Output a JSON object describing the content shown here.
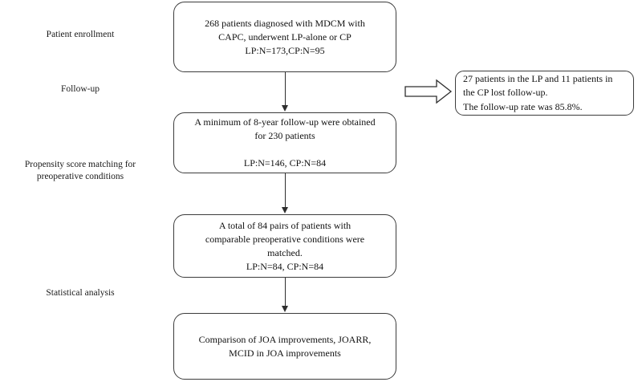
{
  "figure": {
    "type": "flowchart",
    "orientation": "vertical",
    "colors": {
      "background": "#ffffff",
      "box_border": "#3c3c3c",
      "connector": "#2e2e2e",
      "text": "#111111"
    }
  },
  "stage_labels": [
    {
      "id": "stage-enrollment",
      "text": "Patient enrollment"
    },
    {
      "id": "stage-followup",
      "text": "Follow-up"
    },
    {
      "id": "stage-psm",
      "text": "Propensity score matching for\npreoperative conditions"
    },
    {
      "id": "stage-analysis",
      "text": "Statistical analysis"
    }
  ],
  "nodes": {
    "enrollment": {
      "id": "node-enrollment",
      "text": "268 patients diagnosed with MDCM with\nCAPC, underwent LP-alone or CP\nLP:N=173,CP:N=95"
    },
    "followup": {
      "id": "node-followup",
      "text": "A minimum of 8-year follow-up were obtained\nfor 230 patients\n\nLP:N=146, CP:N=84"
    },
    "matched": {
      "id": "node-matched",
      "text": "A total of 84 pairs of patients with\ncomparable preoperative conditions were\nmatched.\nLP:N=84, CP:N=84"
    },
    "analysis": {
      "id": "node-analysis",
      "text": "Comparison of JOA improvements, JOARR,\nMCID in JOA improvements"
    },
    "lost_followup": {
      "id": "node-lost-followup",
      "text": "27 patients in the LP and 11 patients in\nthe CP lost follow-up.\nThe follow-up rate was 85.8%."
    }
  },
  "connectors": [
    {
      "id": "connector-enrollment-to-followup",
      "from": "enrollment",
      "to": "followup",
      "icon": "down-arrow-icon"
    },
    {
      "id": "connector-followup-to-matched",
      "from": "followup",
      "to": "matched",
      "icon": "down-arrow-icon"
    },
    {
      "id": "connector-matched-to-analysis",
      "from": "matched",
      "to": "analysis",
      "icon": "down-arrow-icon"
    },
    {
      "id": "connector-followup-to-lost",
      "from": "followup-branch",
      "to": "lost_followup",
      "icon": "block-right-arrow-icon"
    }
  ]
}
